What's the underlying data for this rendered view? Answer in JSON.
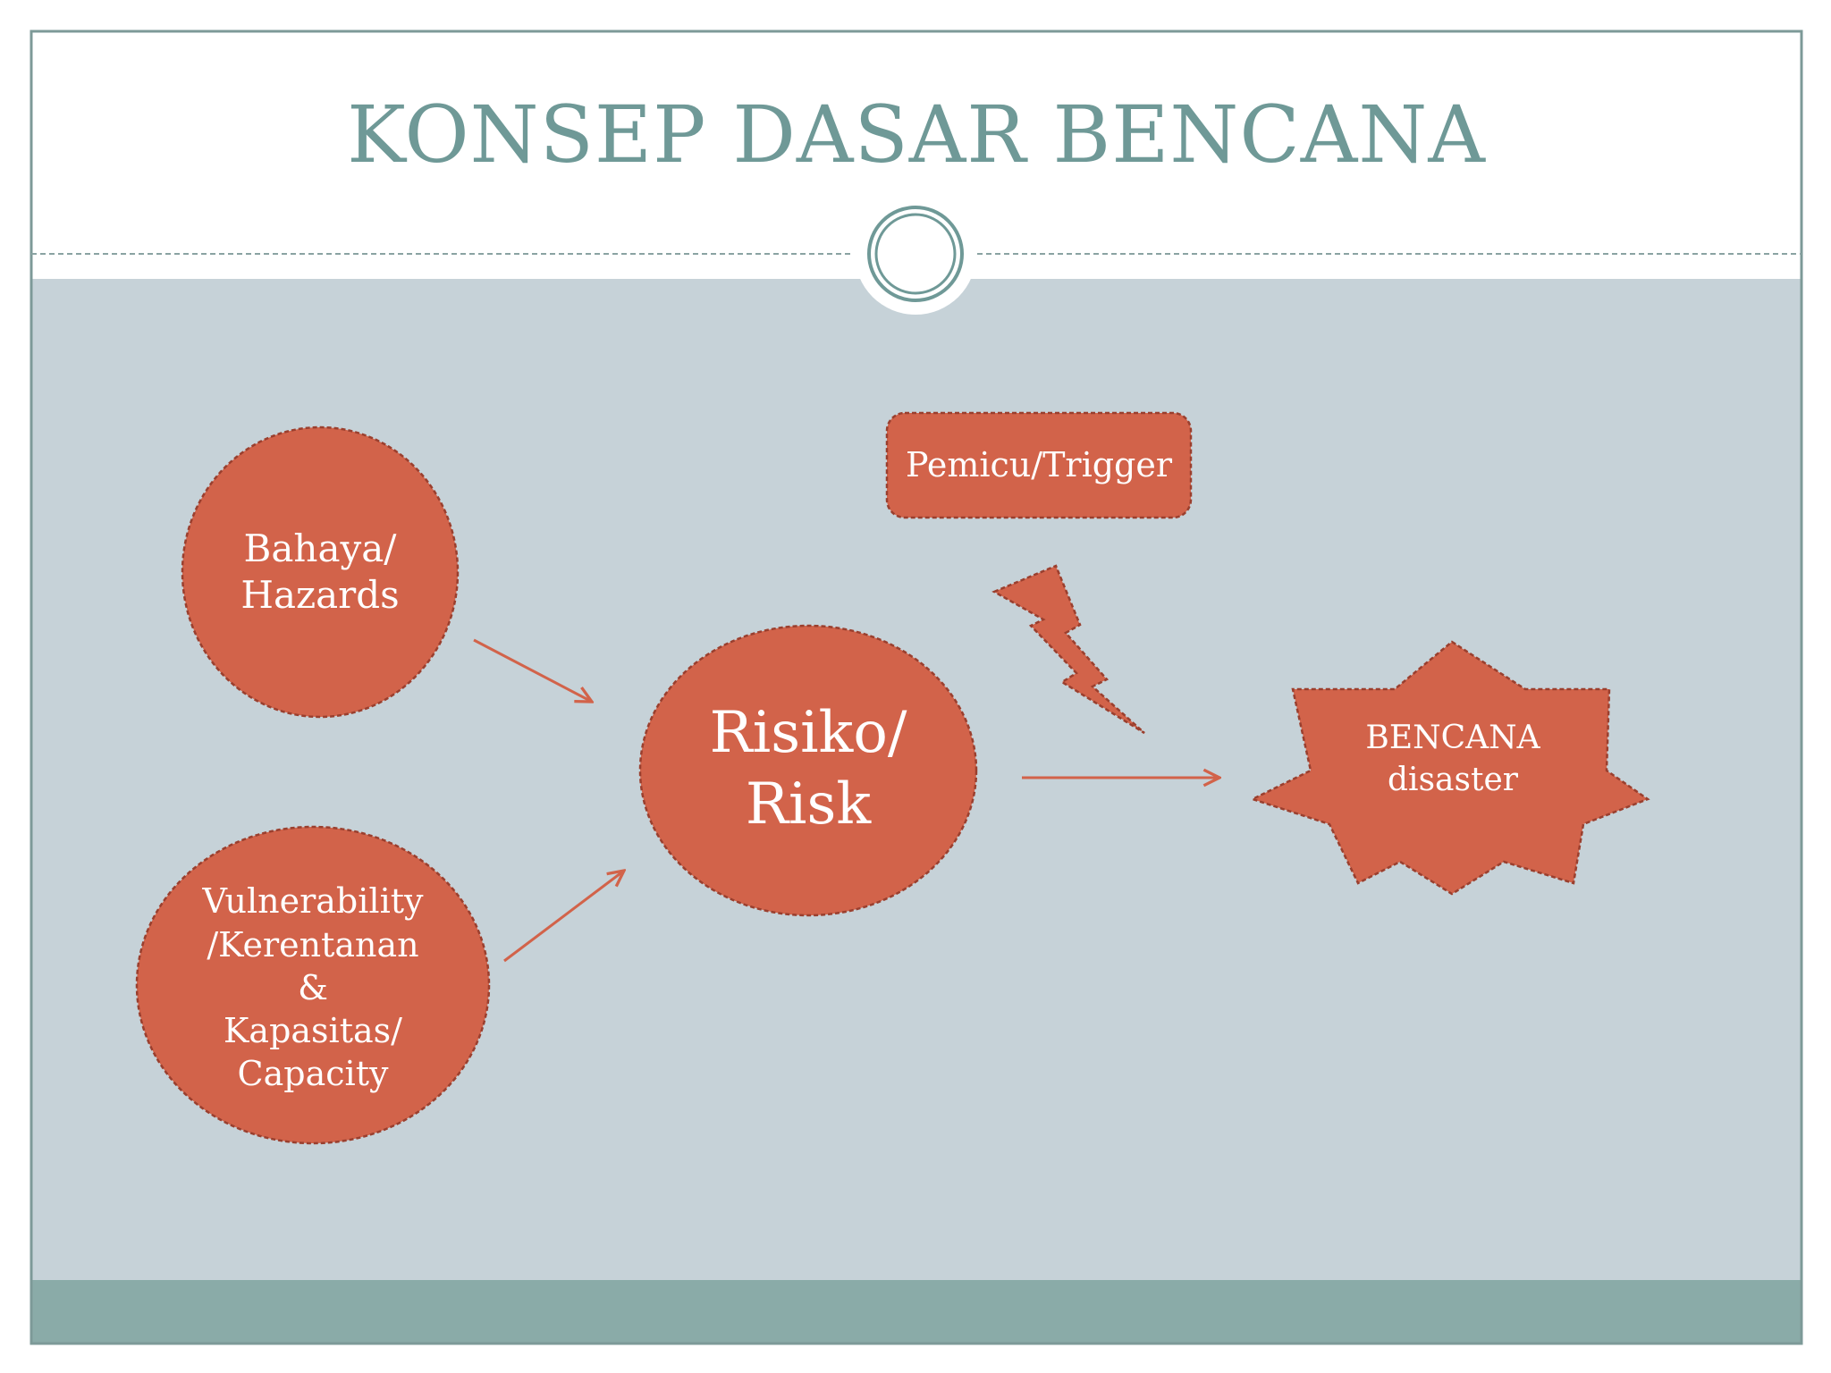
{
  "slide": {
    "title": "KONSEP DASAR BENCANA"
  },
  "colors": {
    "title": "#6f9997",
    "background_panel": "#c6d2d8",
    "footer_bar": "#8aaba8",
    "node_fill": "#d2634a",
    "node_border": "#9a3f2e",
    "arrow": "#d2634a",
    "frame": "#7d9a98"
  },
  "diagram": {
    "nodes": {
      "hazards": "Bahaya/\nHazards",
      "vulnerability": "Vulnerability\n/Kerentanan\n&\nKapasitas/\nCapacity",
      "risk": "Risiko/\nRisk",
      "trigger": "Pemicu/Trigger",
      "disaster": "BENCANA\ndisaster"
    },
    "icons": {
      "trigger_symbol": "lightning-bolt-icon",
      "header_ornament": "double-ring-icon"
    }
  }
}
